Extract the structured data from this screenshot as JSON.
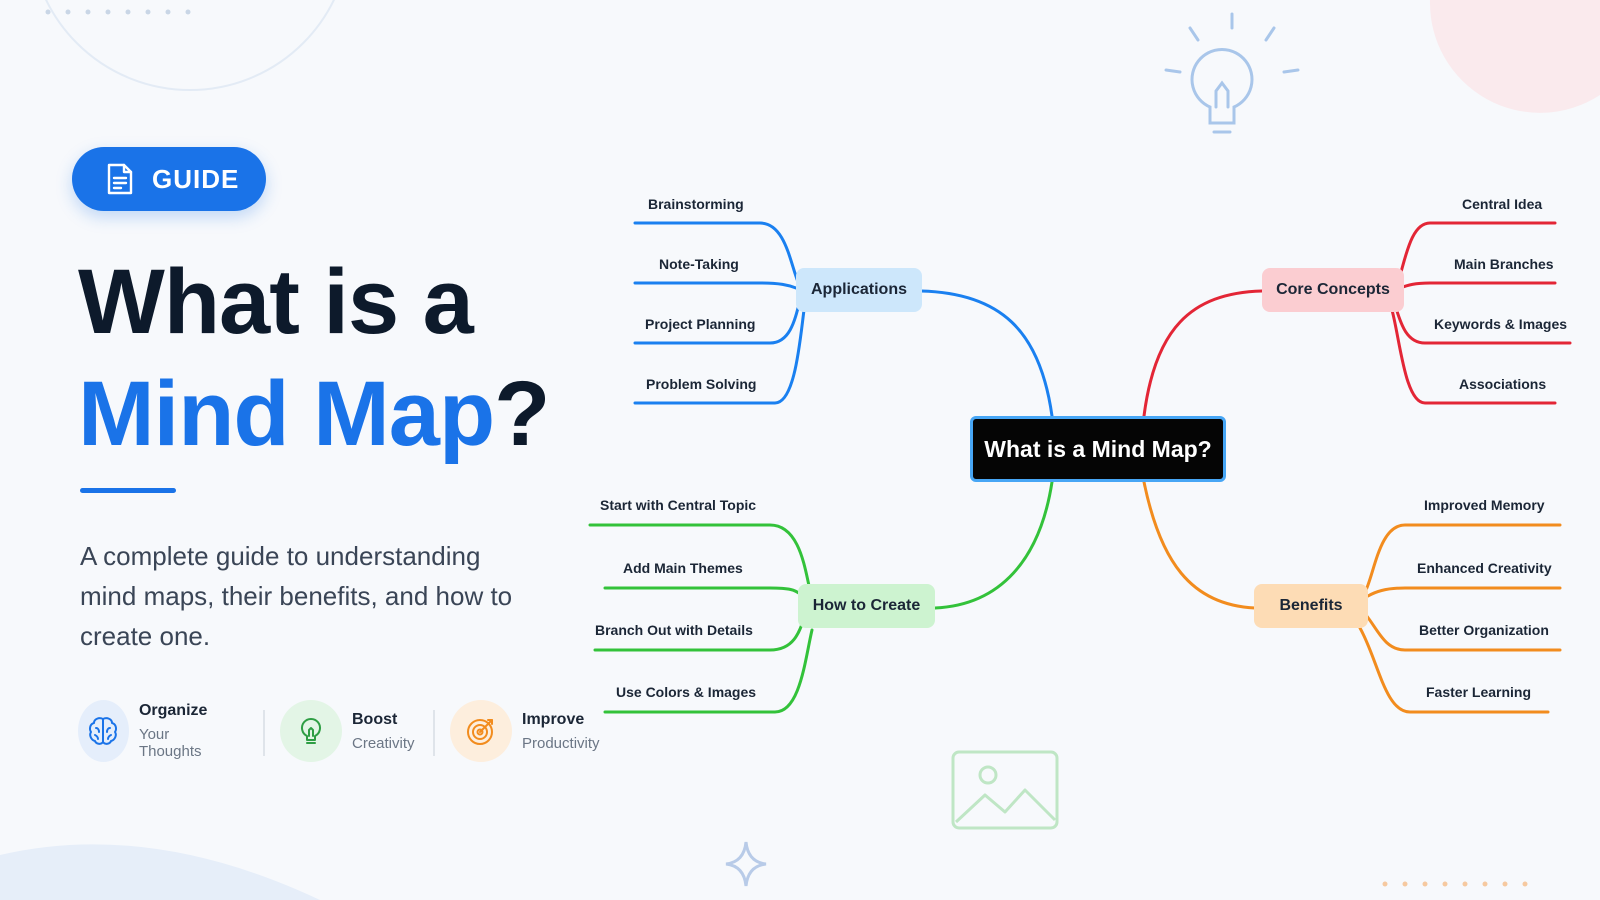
{
  "badge": {
    "label": "GUIDE",
    "icon": "document-icon",
    "color": "#1a73e8"
  },
  "title": {
    "line1": "What is a",
    "line2_accent": "Mind Map",
    "line2_mark": "?"
  },
  "subtitle": "A complete guide to understanding mind maps, their benefits, and how to create one.",
  "features": [
    {
      "title": "Organize",
      "subtitle": "Your Thoughts",
      "icon": "brain-icon",
      "color": "#1a73e8"
    },
    {
      "title": "Boost",
      "subtitle": "Creativity",
      "icon": "lightbulb-icon",
      "color": "#2e9e44"
    },
    {
      "title": "Improve",
      "subtitle": "Productivity",
      "icon": "target-icon",
      "color": "#f28c1e"
    }
  ],
  "mindmap": {
    "center": "What is a Mind Map?",
    "branches": [
      {
        "label": "Applications",
        "color": "#1a80f0",
        "fill": "#cde7fb",
        "leaves": [
          "Brainstorming",
          "Note-Taking",
          "Project Planning",
          "Problem Solving"
        ]
      },
      {
        "label": "Core Concepts",
        "color": "#e32636",
        "fill": "#fbcdd1",
        "leaves": [
          "Central Idea",
          "Main Branches",
          "Keywords & Images",
          "Associations"
        ]
      },
      {
        "label": "How to Create",
        "color": "#33c23a",
        "fill": "#cdf3d0",
        "leaves": [
          "Start with Central Topic",
          "Add Main Themes",
          "Branch Out with Details",
          "Use Colors & Images"
        ]
      },
      {
        "label": "Benefits",
        "color": "#f28c1e",
        "fill": "#fddcb5",
        "leaves": [
          "Improved Memory",
          "Enhanced Creativity",
          "Better Organization",
          "Faster Learning"
        ]
      }
    ]
  }
}
